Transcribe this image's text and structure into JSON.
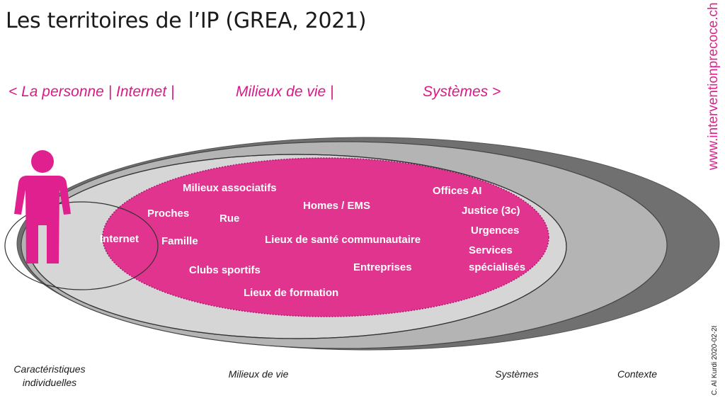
{
  "title": "Les territoires de l’IP (GREA, 2021)",
  "territories": {
    "left": "< La personne |  Internet |",
    "middle": "Milieux de vie |",
    "right": "Systèmes  >"
  },
  "website": "www.interventionprecoce.ch",
  "author": "C. Al Kurdi 2020-02-28",
  "colors": {
    "accent": "#e0208f",
    "pink_fill": "#e0348f",
    "light_gray": "#d6d6d6",
    "mid_gray": "#b4b4b4",
    "dark_gray": "#707070"
  },
  "diagram": {
    "internet_label": "Internet",
    "places": [
      "Milieux associatifs",
      "Proches",
      "Rue",
      "Homes / EMS",
      "Famille",
      "Lieux de santé communautaire",
      "Clubs sportifs",
      "Entreprises",
      "Lieux de formation"
    ],
    "systems": [
      "Offices AI",
      "Justice (3c)",
      "Urgences",
      "Services",
      "spécialisés"
    ]
  },
  "bottom_labels": {
    "individual_line1": "Caractéristiques",
    "individual_line2": "individuelles",
    "milieux": "Milieux de vie",
    "systemes": "Systèmes",
    "contexte": "Contexte"
  }
}
